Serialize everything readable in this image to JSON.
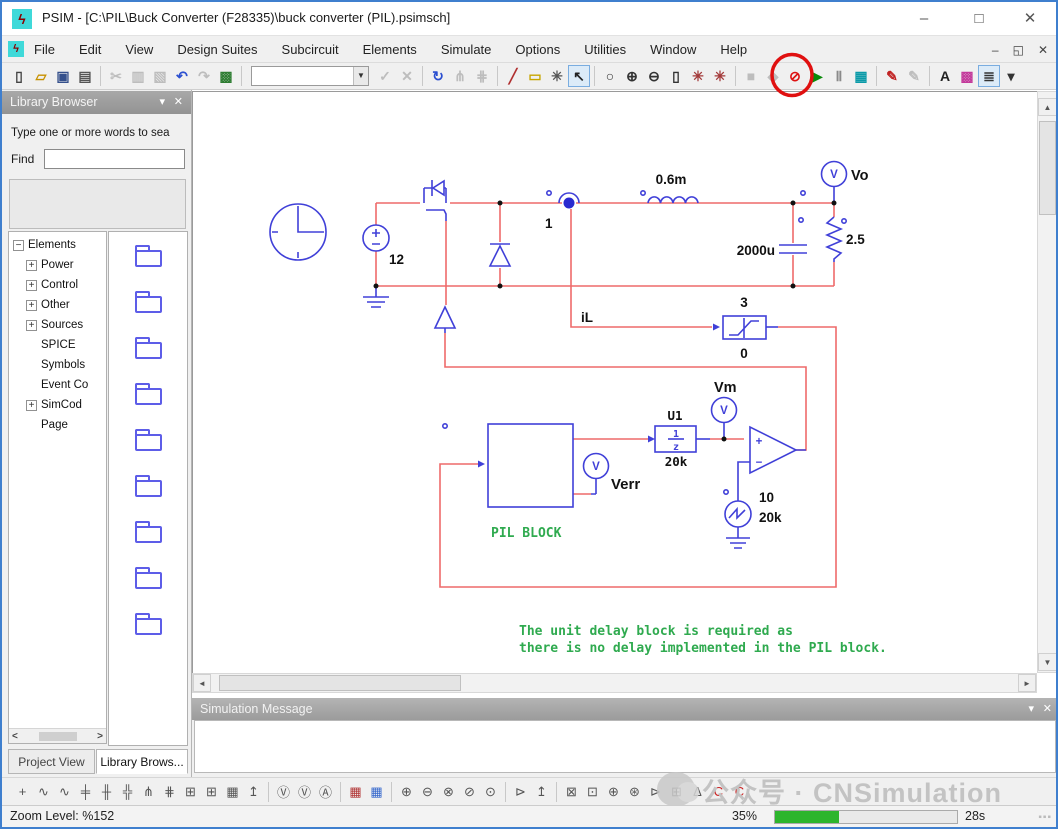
{
  "window": {
    "title": "PSIM - [C:\\PIL\\Buck Converter (F28335)\\buck converter (PIL).psimsch]",
    "controls": {
      "minimize": "–",
      "maximize": "□",
      "close": "✕"
    },
    "doc_controls": {
      "minimize": "–",
      "restore": "◱",
      "close": "✕"
    }
  },
  "menu": {
    "items": [
      "File",
      "Edit",
      "View",
      "Design Suites",
      "Subcircuit",
      "Elements",
      "Simulate",
      "Options",
      "Utilities",
      "Window",
      "Help"
    ]
  },
  "toolbar": {
    "combo_value": "",
    "buttons": [
      {
        "n": "new-file",
        "g": "▯",
        "c": "#444"
      },
      {
        "n": "open-file",
        "g": "▱",
        "c": "#c79100"
      },
      {
        "n": "save-file",
        "g": "▣",
        "c": "#35508c"
      },
      {
        "n": "print",
        "g": "▤",
        "c": "#555"
      },
      {
        "sep": true
      },
      {
        "n": "cut",
        "g": "✂",
        "d": true
      },
      {
        "n": "copy",
        "g": "▥",
        "d": true
      },
      {
        "n": "paste",
        "g": "▧",
        "d": true
      },
      {
        "n": "undo",
        "g": "↶",
        "c": "#2b4fd0"
      },
      {
        "n": "redo",
        "g": "↷",
        "d": true
      },
      {
        "n": "paste-format",
        "g": "▩",
        "c": "#2e7d32"
      },
      {
        "sep": true
      },
      {
        "combo": true
      },
      {
        "n": "apply-check",
        "g": "✓",
        "d": true
      },
      {
        "n": "cancel-x",
        "g": "✕",
        "d": true
      },
      {
        "sep": true
      },
      {
        "n": "reroute",
        "g": "↻",
        "c": "#2b4fd0"
      },
      {
        "n": "assign-node-1",
        "g": "⋔",
        "d": true
      },
      {
        "n": "assign-node-2",
        "g": "⋕",
        "d": true
      },
      {
        "sep": true
      },
      {
        "n": "draw-wire",
        "g": "╱",
        "c": "#b03030"
      },
      {
        "n": "place-label",
        "g": "▭",
        "c": "#c7a500"
      },
      {
        "n": "pan-hand",
        "g": "✳",
        "c": "#555"
      },
      {
        "n": "select-arrow",
        "g": "↖",
        "c": "#222",
        "a": true
      },
      {
        "sep": true
      },
      {
        "n": "zoom",
        "g": "○",
        "c": "#333"
      },
      {
        "n": "zoom-in",
        "g": "⊕",
        "c": "#333"
      },
      {
        "n": "zoom-out",
        "g": "⊖",
        "c": "#333"
      },
      {
        "n": "zoom-fit",
        "g": "▯",
        "c": "#333"
      },
      {
        "n": "zoom-area",
        "g": "✳",
        "c": "#a33a3a"
      },
      {
        "n": "zoom-back",
        "g": "✳",
        "c": "#a33a3a"
      },
      {
        "sep": true
      },
      {
        "n": "free-run",
        "g": "■",
        "d": true
      },
      {
        "n": "step-run",
        "g": "◆",
        "d": true
      },
      {
        "n": "stop-simulation",
        "g": "⊘",
        "c": "#dd1111"
      },
      {
        "n": "run-simulation",
        "g": "▶",
        "c": "#0a8a0a"
      },
      {
        "n": "pause-simulation",
        "g": "Ⅱ",
        "c": "#8a8a8a"
      },
      {
        "n": "runtime-graph",
        "g": "▦",
        "c": "#0a9aa8"
      },
      {
        "sep": true
      },
      {
        "n": "curve-capture",
        "g": "✎",
        "c": "#c02020"
      },
      {
        "n": "curve-capture-2",
        "g": "✎",
        "d": true
      },
      {
        "sep": true
      },
      {
        "n": "text-tool",
        "g": "A",
        "c": "#222"
      },
      {
        "n": "element-palette",
        "g": "▩",
        "c": "#c33a9b"
      },
      {
        "n": "library-browser-toggle",
        "g": "≣",
        "c": "#333",
        "a": true
      },
      {
        "n": "toolbar-overflow",
        "g": "▾",
        "c": "#333"
      }
    ]
  },
  "library_browser": {
    "title": "Library Browser",
    "collapse_icon": "▾",
    "close_icon": "✕",
    "search_hint": "Type one or more words to sea",
    "find_label": "Find",
    "find_value": "",
    "tree": [
      {
        "label": "Elements",
        "exp": "minus",
        "lvl": 0
      },
      {
        "label": "Power",
        "exp": "plus",
        "lvl": 1
      },
      {
        "label": "Control",
        "exp": "plus",
        "lvl": 1
      },
      {
        "label": "Other",
        "exp": "plus",
        "lvl": 1
      },
      {
        "label": "Sources",
        "exp": "plus",
        "lvl": 1
      },
      {
        "label": "SPICE",
        "exp": "none",
        "lvl": 1
      },
      {
        "label": "Symbols",
        "exp": "none",
        "lvl": 1
      },
      {
        "label": "Event Co",
        "exp": "none",
        "lvl": 1
      },
      {
        "label": "SimCod",
        "exp": "plus",
        "lvl": 1
      },
      {
        "label": "Page",
        "exp": "none",
        "lvl": 1
      }
    ],
    "folder_rows": 9,
    "scroll_left": "<",
    "scroll_right": ">"
  },
  "tabs": {
    "project_view": "Project View",
    "library_browser": "Library Brows..."
  },
  "simulation_message": {
    "title": "Simulation Message",
    "collapse_icon": "▾",
    "close_icon": "✕",
    "content": ""
  },
  "element_toolbar": {
    "buttons": [
      {
        "n": "node",
        "g": "+"
      },
      {
        "n": "resistor",
        "g": "∿"
      },
      {
        "n": "inductor",
        "g": "∿"
      },
      {
        "n": "capacitor",
        "g": "╪"
      },
      {
        "n": "capacitor-2",
        "g": "╫"
      },
      {
        "n": "capacitor-3",
        "g": "╬"
      },
      {
        "n": "igbt",
        "g": "⋔"
      },
      {
        "n": "mosfet",
        "g": "⋕"
      },
      {
        "n": "transformer",
        "g": "⊞"
      },
      {
        "n": "transformer-2",
        "g": "⊞"
      },
      {
        "n": "machine",
        "g": "▦"
      },
      {
        "n": "probe",
        "g": "↥"
      },
      {
        "sep": true
      },
      {
        "n": "voltage-probe",
        "g": "Ⓥ"
      },
      {
        "n": "voltage-sensor",
        "g": "Ⓥ"
      },
      {
        "n": "current-sensor",
        "g": "Ⓐ"
      },
      {
        "sep": true
      },
      {
        "n": "scope",
        "g": "▦",
        "c": "#b03333"
      },
      {
        "n": "scope-2",
        "g": "▦",
        "c": "#3366cc"
      },
      {
        "sep": true
      },
      {
        "n": "source-dc",
        "g": "⊕"
      },
      {
        "n": "source-sine",
        "g": "⊖"
      },
      {
        "n": "source-square",
        "g": "⊗"
      },
      {
        "n": "source-triangle",
        "g": "⊘"
      },
      {
        "n": "source-step",
        "g": "⊙"
      },
      {
        "sep": true
      },
      {
        "n": "gating-block",
        "g": "⊳"
      },
      {
        "n": "probe-2",
        "g": "↥"
      },
      {
        "sep": true
      },
      {
        "n": "k-block",
        "g": "⊠"
      },
      {
        "n": "pi-block",
        "g": "⊡"
      },
      {
        "n": "sum-block",
        "g": "⊕"
      },
      {
        "n": "multiplier-block",
        "g": "⊛"
      },
      {
        "n": "comparator-block",
        "g": "⊳"
      },
      {
        "n": "transfer-fn-block",
        "g": "⊞"
      },
      {
        "n": "subcircuit",
        "g": "Δ"
      },
      {
        "n": "c-block",
        "g": "C",
        "c": "#cc2222"
      },
      {
        "n": "c-script-block",
        "g": "C",
        "c": "#cc2222"
      }
    ]
  },
  "status_bar": {
    "zoom_level": "Zoom Level: %152",
    "progress_percent": "35%",
    "progress_value": 35,
    "elapsed": "28s"
  },
  "watermark": {
    "text": "公众号 · CNSimulation"
  },
  "schematic": {
    "labels": {
      "vin": "12",
      "current_flag": "1",
      "inductance": "0.6m",
      "vo": "Vo",
      "capacitance": "2000u",
      "resistance": "2.5",
      "il": "iL",
      "limiter_max": "3",
      "limiter_min": "0",
      "u1": "U1",
      "delay_num": "1",
      "delay_den": "z",
      "delay_freq": "20k",
      "vm": "Vm",
      "verr": "Verr",
      "meter_v": "V",
      "comp_plus": "+",
      "comp_minus": "−",
      "saw_amp": "10",
      "saw_freq": "20k",
      "pil_block": "PIL BLOCK",
      "note1": "The unit delay block is required as",
      "note2": "there is no delay implemented in the PIL block."
    }
  }
}
